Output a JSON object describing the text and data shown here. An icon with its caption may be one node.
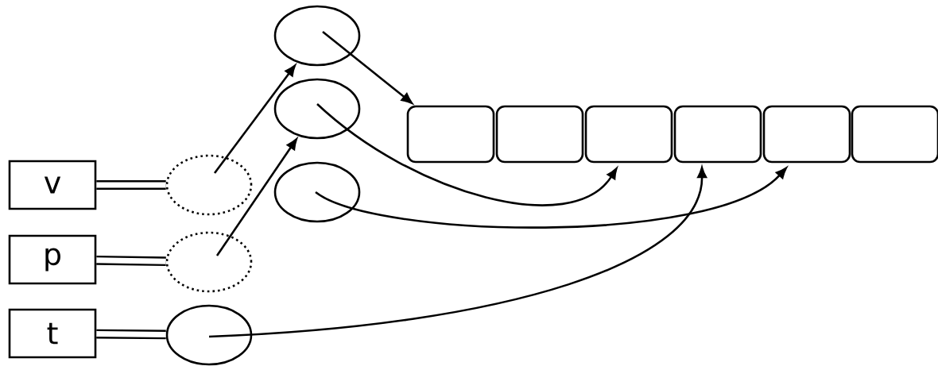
{
  "diagram": {
    "nodes": [
      {
        "text": [
          "v"
        ]
      },
      {
        "text": [
          "p"
        ]
      },
      {
        "text": [
          "t"
        ]
      },
      {
        "text": [],
        "shape": "circle"
      },
      {
        "text": [],
        "shape": "circle"
      },
      {
        "text": [],
        "shape": "circle"
      },
      {
        "text": [],
        "shape": "circle"
      },
      {
        "text": [],
        "shape": "circle"
      },
      {
        "text": [],
        "shape": "circle"
      },
      {
        "text": [],
        "shape": "box"
      },
      {
        "text": [],
        "shape": "box"
      },
      {
        "text": [],
        "shape": "box"
      },
      {
        "text": [],
        "shape": "box"
      },
      {
        "text": [],
        "shape": "box"
      },
      {
        "text": [],
        "shape": "box"
      }
    ],
    "edges": [
      {
        "from": 0,
        "to": 3,
        "arrow": "none",
        "style": "thick"
      },
      {
        "from": 1,
        "to": 4,
        "arrow": "none",
        "style": "thick"
      },
      {
        "from": 2,
        "to": 5,
        "arrow": "none",
        "style": "thick"
      },
      {
        "from": 3,
        "to": 6,
        "arrow": "to"
      },
      {
        "from": 4,
        "to": 7,
        "arrow": "to"
      },
      {
        "from": 6,
        "to": 9,
        "arrow": "to"
      },
      {
        "from": 7,
        "to": 11,
        "arrow": "to"
      },
      {
        "from": 8,
        "to": 13,
        "arrow": "to"
      },
      {
        "from": 5,
        "to": 12,
        "arrow": "to"
      }
    ]
  }
}
